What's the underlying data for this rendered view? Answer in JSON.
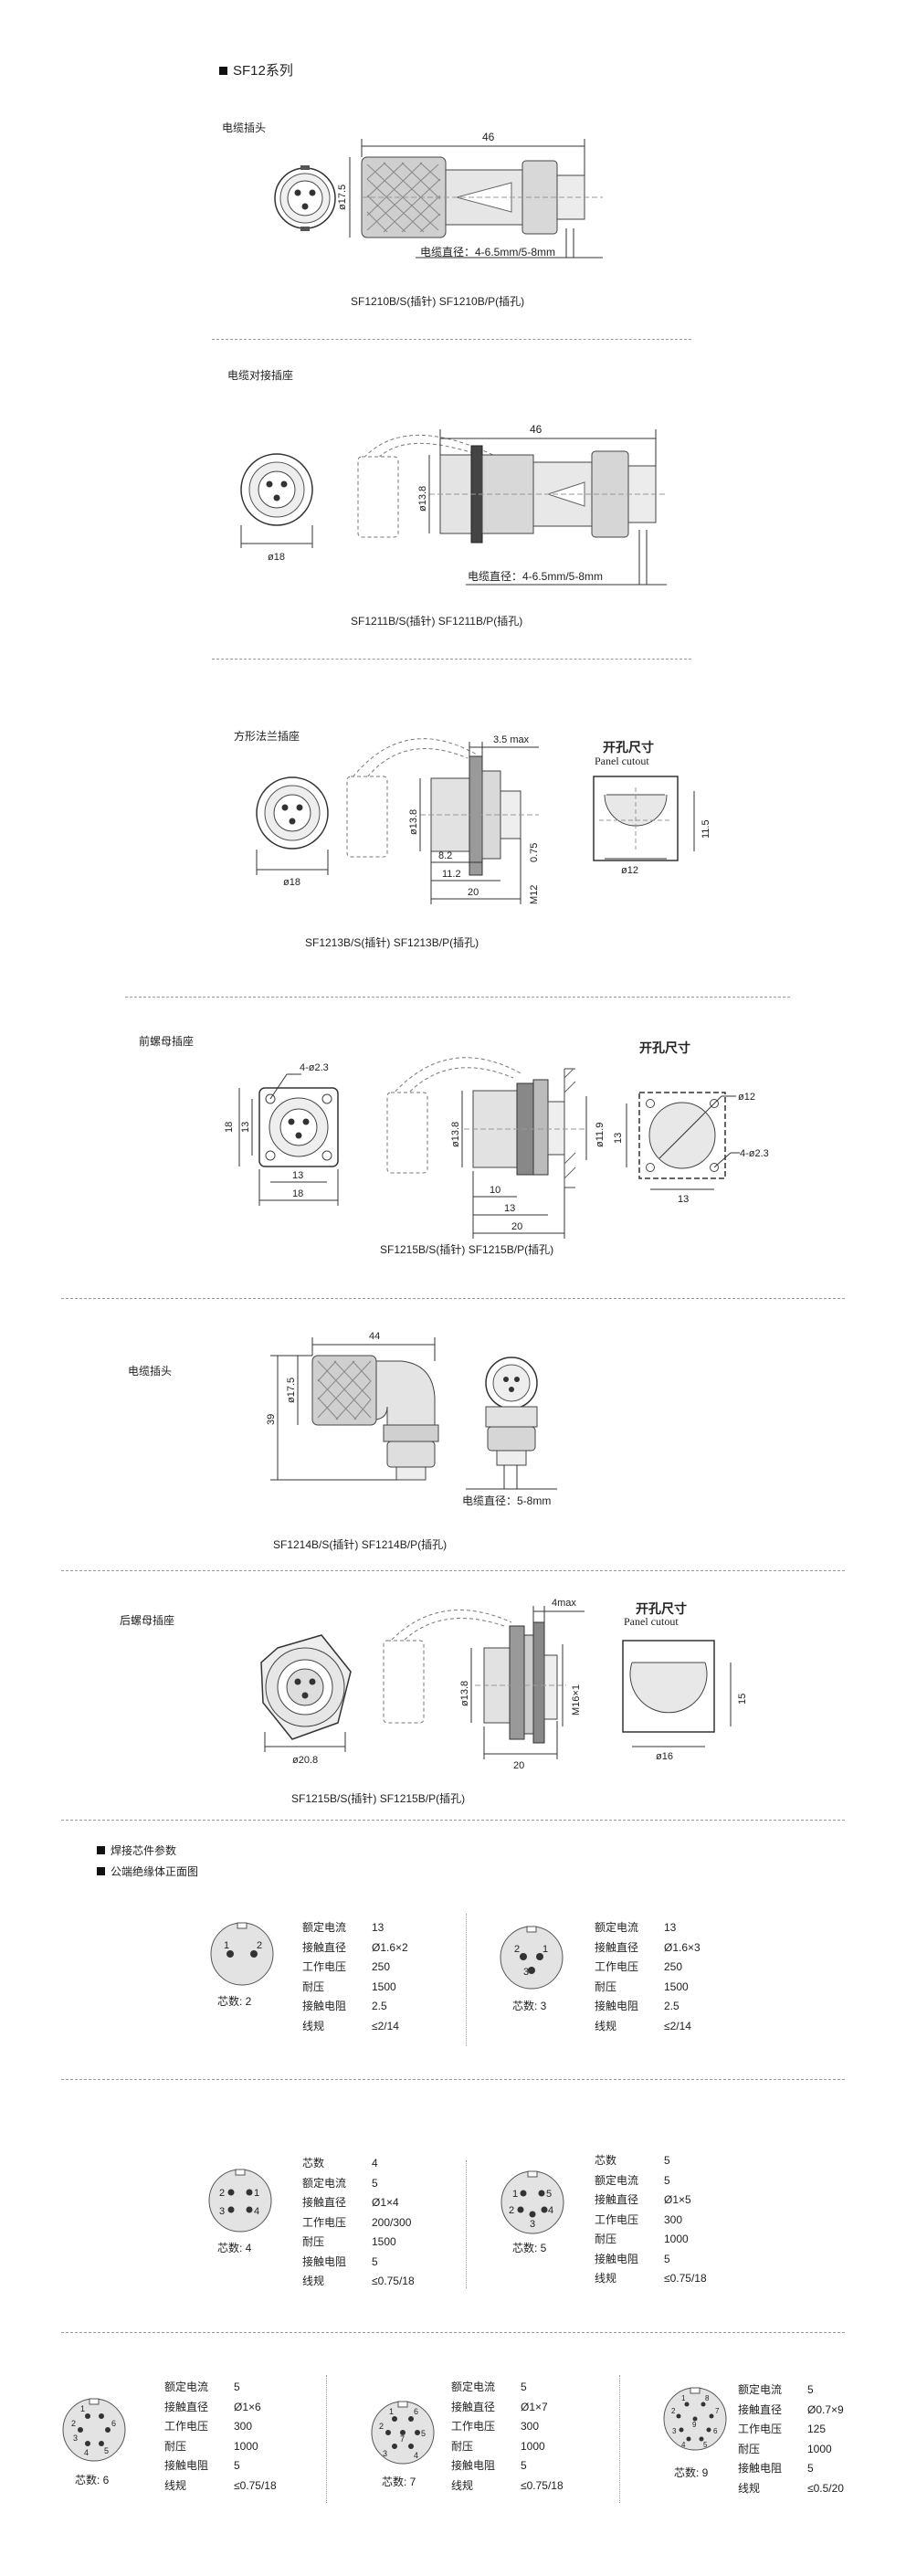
{
  "series_title": "SF12系列",
  "sections": [
    {
      "label": "电缆插头",
      "models": "SF1210B/S(插针)   SF1210B/P(插孔)",
      "dims": [
        "46",
        "ø17.5"
      ],
      "cable_note": "电缆直径：4-6.5mm/5-8mm"
    },
    {
      "label": "电缆对接插座",
      "models": "SF1211B/S(插针)   SF1211B/P(插孔)",
      "dims": [
        "46",
        "ø13.8",
        "ø18"
      ],
      "cable_note": "电缆直径：4-6.5mm/5-8mm"
    },
    {
      "label": "方形法兰插座",
      "models": "SF1213B/S(插针)   SF1213B/P(插孔)",
      "dims": [
        "3.5 max",
        "ø13.8",
        "ø18",
        "8.2",
        "11.2",
        "20",
        "M12",
        "0.75",
        "11.5",
        "ø12"
      ],
      "cutout_title": "开孔尺寸",
      "cutout_sub": "Panel cutout"
    },
    {
      "label": "前螺母插座",
      "models": "SF1215B/S(插针)   SF1215B/P(插孔)",
      "dims": [
        "4-ø2.3",
        "18",
        "13",
        "13",
        "18",
        "ø13.8",
        "ø11.9",
        "10",
        "13",
        "20",
        "ø12",
        "4-ø2.3",
        "13",
        "13"
      ],
      "cutout_title": "开孔尺寸"
    },
    {
      "label": "电缆插头",
      "models": "SF1214B/S(插针)   SF1214B/P(插孔)",
      "dims": [
        "44",
        "ø17.5",
        "39"
      ],
      "cable_note": "电缆直径：5-8mm"
    },
    {
      "label": "后螺母插座",
      "models": "SF1215B/S(插针)   SF1215B/P(插孔)",
      "dims": [
        "4max",
        "ø13.8",
        "M16×1",
        "ø20.8",
        "20",
        "15",
        "ø16"
      ],
      "cutout_title": "开孔尺寸",
      "cutout_sub": "Panel cutout"
    }
  ],
  "legend": [
    "焊接芯件参数",
    "公端绝缘体正面图"
  ],
  "param_labels": {
    "cores": "芯数",
    "rated_current": "额定电流",
    "contact_dia": "接触直径",
    "voltage": "工作电压",
    "withstand": "耐压",
    "resistance": "接触电阻",
    "wire": "线规"
  },
  "core_label": "芯数: ",
  "pins": [
    {
      "cores": "2",
      "rated_current": "13",
      "contact_dia": "Ø1.6×2",
      "voltage": "250",
      "withstand": "1500",
      "resistance": "2.5",
      "wire": "≤2/14",
      "pin_numbers": [
        "1",
        "2"
      ]
    },
    {
      "cores": "3",
      "rated_current": "13",
      "contact_dia": "Ø1.6×3",
      "voltage": "250",
      "withstand": "1500",
      "resistance": "2.5",
      "wire": "≤2/14",
      "pin_numbers": [
        "2",
        "1",
        "3"
      ]
    },
    {
      "cores": "4",
      "rated_current": "5",
      "contact_dia": "Ø1×4",
      "voltage": "200/300",
      "withstand": "1500",
      "resistance": "5",
      "wire": "≤0.75/18",
      "pin_numbers": [
        "2",
        "1",
        "3",
        "4"
      ]
    },
    {
      "cores": "5",
      "rated_current": "5",
      "contact_dia": "Ø1×5",
      "voltage": "300",
      "withstand": "1000",
      "resistance": "5",
      "wire": "≤0.75/18",
      "pin_numbers": [
        "1",
        "5",
        "2",
        "3",
        "4"
      ]
    },
    {
      "cores": "6",
      "rated_current": "5",
      "contact_dia": "Ø1×6",
      "voltage": "300",
      "withstand": "1000",
      "resistance": "5",
      "wire": "≤0.75/18",
      "pin_numbers": [
        "1",
        "2",
        "6",
        "5",
        "3",
        "4"
      ]
    },
    {
      "cores": "7",
      "rated_current": "5",
      "contact_dia": "Ø1×7",
      "voltage": "300",
      "withstand": "1000",
      "resistance": "5",
      "wire": "≤0.75/18",
      "pin_numbers": [
        "1",
        "2",
        "6",
        "7",
        "5",
        "3",
        "4"
      ]
    },
    {
      "cores": "9",
      "rated_current": "5",
      "contact_dia": "Ø0.7×9",
      "voltage": "125",
      "withstand": "1000",
      "resistance": "5",
      "wire": "≤0.5/20",
      "pin_numbers": [
        "1",
        "2",
        "8",
        "7",
        "9",
        "3",
        "6",
        "4",
        "5"
      ]
    }
  ]
}
